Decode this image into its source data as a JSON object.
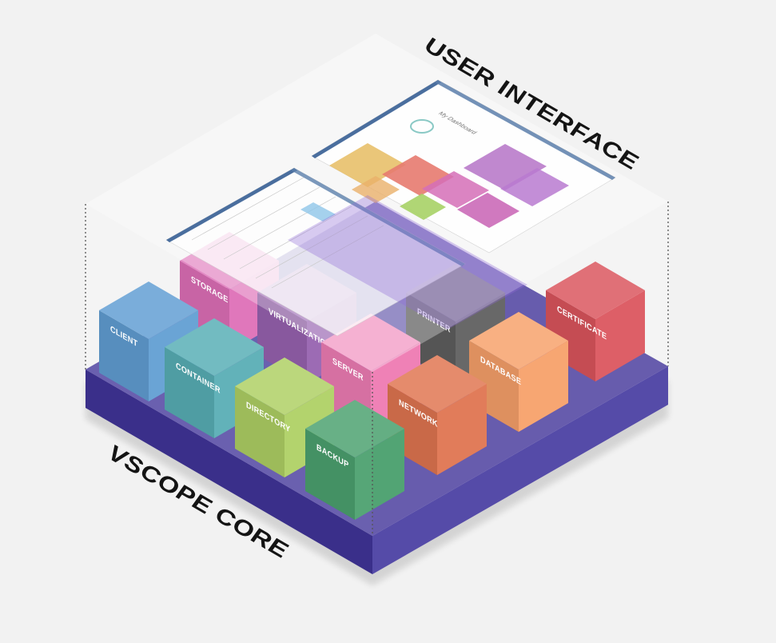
{
  "labels": {
    "user_interface": "USER INTERFACE",
    "vscope_core": "VSCOPE CORE"
  },
  "colors": {
    "background": "#f2f2f2",
    "platform_top": "#4a3d9e",
    "platform_left": "#3a2f8a",
    "platform_right": "#554ba8",
    "glass": "#ffffff",
    "outline": "#555555"
  },
  "screenshots": {
    "dashboard_title": "My Dashboard"
  },
  "cubes": [
    {
      "id": "storage",
      "label": "STORAGE",
      "color": "#d64ca6"
    },
    {
      "id": "virtualization",
      "label": "VIRTUALIZATION",
      "color": "#7d3b9c"
    },
    {
      "id": "printer",
      "label": "PRINTER",
      "color": "#3c3c3c"
    },
    {
      "id": "certificate",
      "label": "CERTIFICATE",
      "color": "#d3303a"
    },
    {
      "id": "client",
      "label": "CLIENT",
      "color": "#3a86c8"
    },
    {
      "id": "server",
      "label": "SERVER",
      "color": "#ea5ca1"
    },
    {
      "id": "database",
      "label": "DATABASE",
      "color": "#f58c4a"
    },
    {
      "id": "container",
      "label": "CONTAINER",
      "color": "#2f9aa3"
    },
    {
      "id": "network",
      "label": "NETWORK",
      "color": "#d9572a"
    },
    {
      "id": "directory",
      "label": "DIRECTORY",
      "color": "#9bc53d"
    },
    {
      "id": "backup",
      "label": "BACKUP",
      "color": "#1f8a4c"
    }
  ]
}
